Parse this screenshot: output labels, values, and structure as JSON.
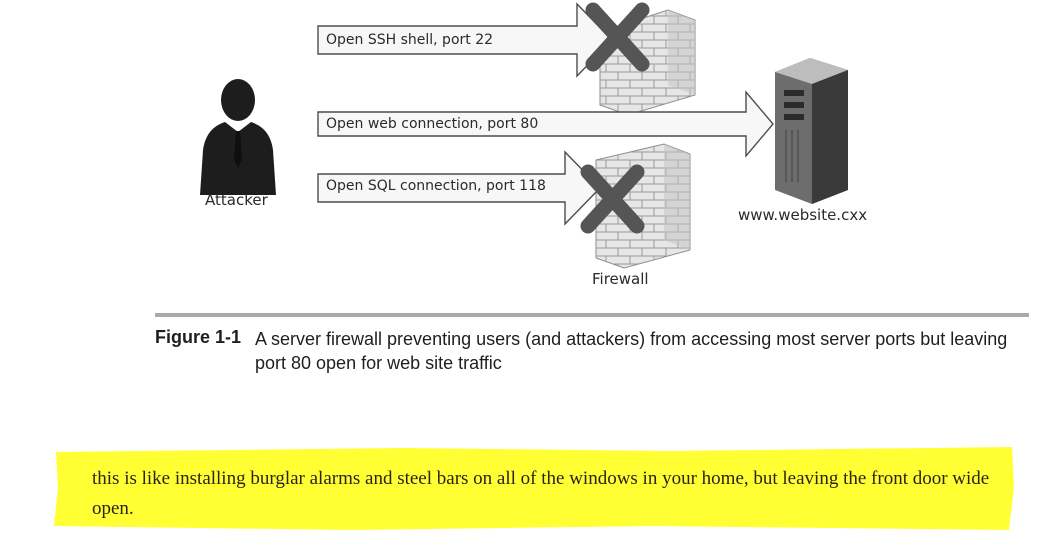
{
  "diagram": {
    "nodes": {
      "attacker": "Attacker",
      "server": "www.website.cxx",
      "firewall": "Firewall"
    },
    "arrows": [
      {
        "label": "Open SSH shell, port 22",
        "blocked": true
      },
      {
        "label": "Open web connection, port 80",
        "blocked": false
      },
      {
        "label": "Open SQL connection, port 118",
        "blocked": true
      }
    ]
  },
  "caption": {
    "label": "Figure 1-1",
    "text": "A server firewall preventing users (and attackers) from accessing most server ports but leaving port 80 open for web site traffic"
  },
  "note": {
    "text": "this is like installing burglar alarms and steel bars on all of the windows in your home, but leaving the front door wide open."
  },
  "colors": {
    "highlight": "#ffff33",
    "rule": "#a9a9a9",
    "arrow_fill": "#f7f7f7",
    "brick": "#d9d9d9",
    "x_mark": "#555555"
  }
}
